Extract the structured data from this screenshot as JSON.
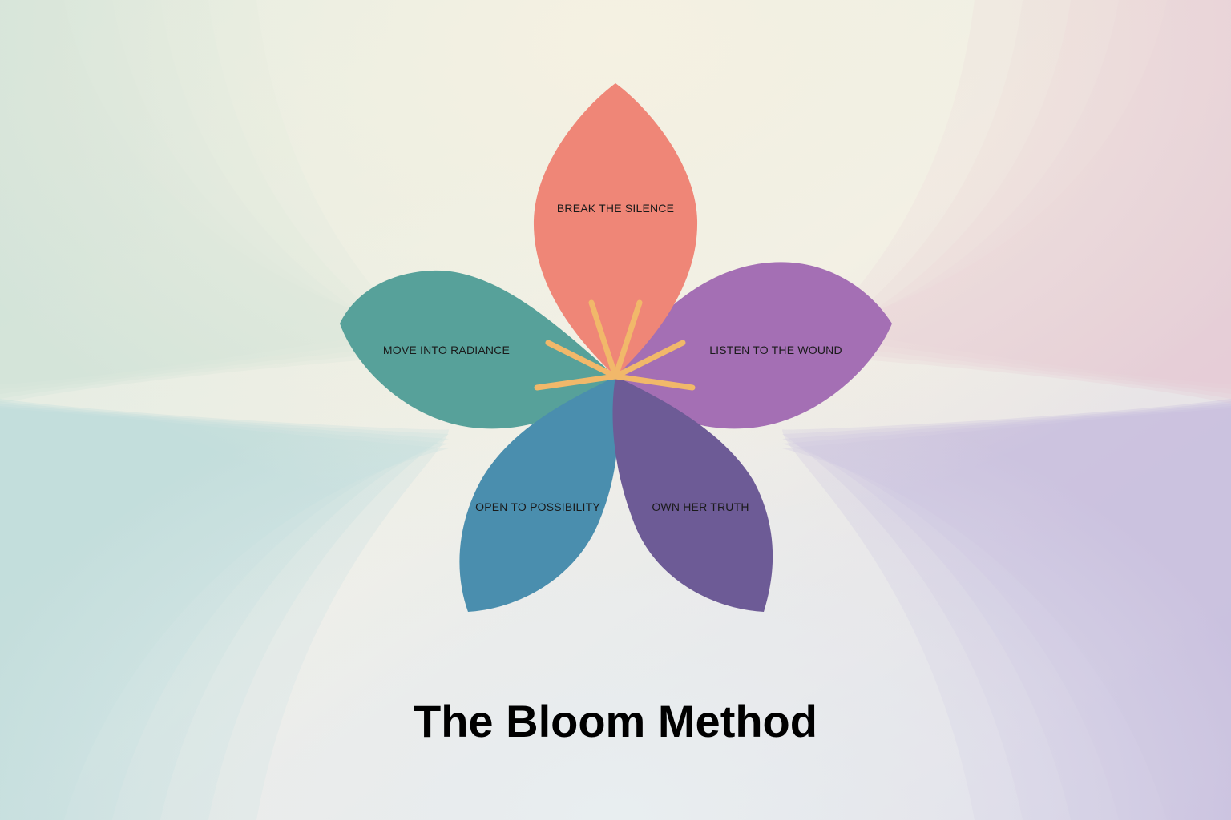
{
  "diagram": {
    "title": "The Bloom Method",
    "petals": [
      {
        "id": "top",
        "label": "BREAK THE SILENCE",
        "color": "#ef8677"
      },
      {
        "id": "right",
        "label": "LISTEN TO THE WOUND",
        "color": "#a46fb4"
      },
      {
        "id": "bottom-right",
        "label": "OWN HER TRUTH",
        "color": "#6d5b96"
      },
      {
        "id": "bottom-left",
        "label": "OPEN TO POSSIBILITY",
        "color": "#4a8eae"
      },
      {
        "id": "left",
        "label": "MOVE INTO RADIANCE",
        "color": "#57a19a"
      }
    ],
    "stamen_color": "#f1b86a",
    "background_colors": {
      "top_left": "#cfe3d6",
      "top_right": "#e6c9d4",
      "bottom_left": "#b9dcdc",
      "bottom_right": "#c6bedd",
      "center_top": "#f3f0e4",
      "center_bottom": "#e4ecee"
    }
  }
}
